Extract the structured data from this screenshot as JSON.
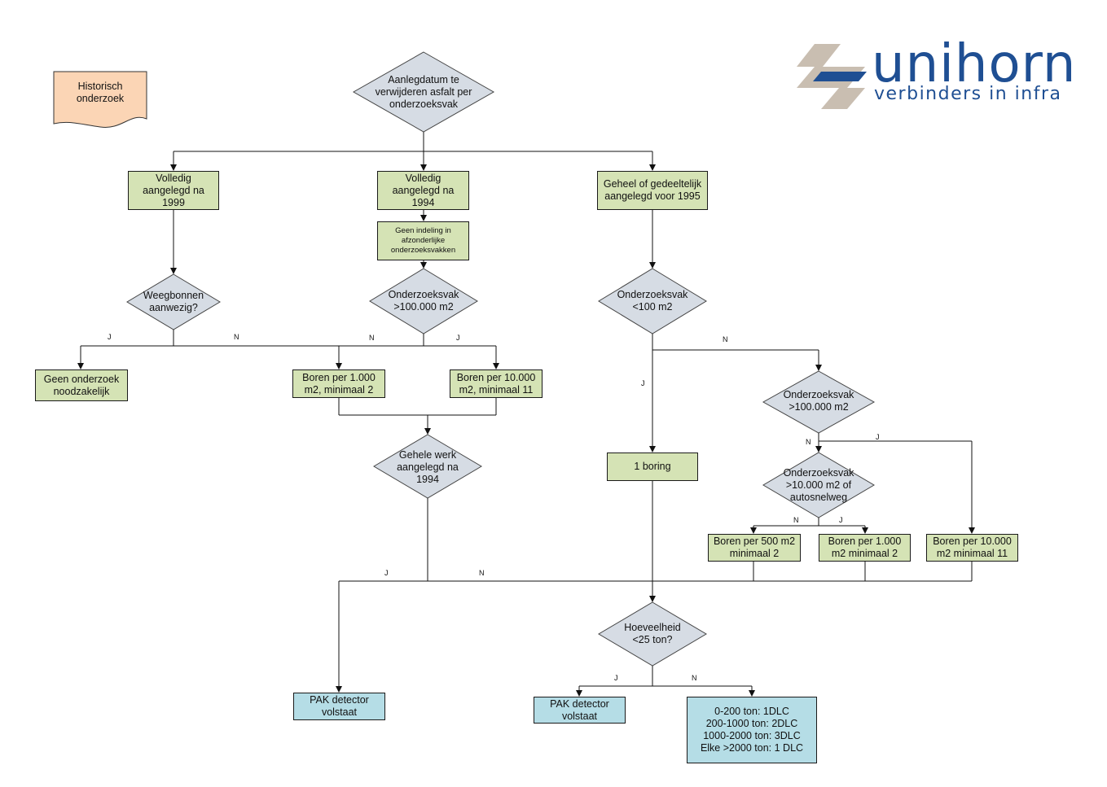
{
  "logo": {
    "word": "unihorn",
    "tagline": "verbinders in infra"
  },
  "historisch": "Historisch\nonderzoek",
  "decisions": {
    "start": "Aanlegdatum te\nverwijderen asfalt per\nonderzoeksvak",
    "weegbonnen": "Weegbonnen\naanwezig?",
    "vak100000_mid": "Onderzoeksvak\n>100.000 m2",
    "vak100": "Onderzoeksvak\n<100 m2",
    "vak100000_right": "Onderzoeksvak\n>100.000 m2",
    "vak10000": "Onderzoeksvak\n>10.000 m2 of\nautosnelweg",
    "gehele": "Gehele werk\naangelegd na\n1994",
    "hoeveelheid": "Hoeveelheid\n<25 ton?"
  },
  "boxes": {
    "volledig1999": "Volledig\naangelegd na\n1999",
    "volledig1994": "Volledig\naangelegd na\n1994",
    "geheel1995": "Geheel of gedeeltelijk\naangelegd voor 1995",
    "geen_indeling": "Geen indeling in\nafzonderlijke\nonderzoeksvakken",
    "geen_onderzoek": "Geen onderzoek\nnoodzakelijk",
    "boren1000_mid": "Boren per 1.000\nm2, minimaal 2",
    "boren10000_mid": "Boren per 10.000\nm2, minimaal 11",
    "boring": "1 boring",
    "boren500": "Boren per 500 m2\nminimaal 2",
    "boren1000_right": "Boren per 1.000\nm2 minimaal 2",
    "boren10000_right": "Boren per 10.000\nm2 minimaal 11",
    "pak_left": "PAK detector\nvolstaat",
    "pak_mid": "PAK detector\nvolstaat",
    "dlc": "0-200 ton: 1DLC\n200-1000 ton: 2DLC\n1000-2000 ton: 3DLC\nElke >2000 ton: 1 DLC"
  },
  "labels": {
    "j": "J",
    "n": "N"
  },
  "colors": {
    "process_fill": "#d5e3b5",
    "decision_fill": "#d6dce4",
    "result_fill": "#b5dde6",
    "document_fill": "#fbd5b5",
    "logo_blue": "#1f4f93",
    "logo_tan": "#c9beb1"
  }
}
